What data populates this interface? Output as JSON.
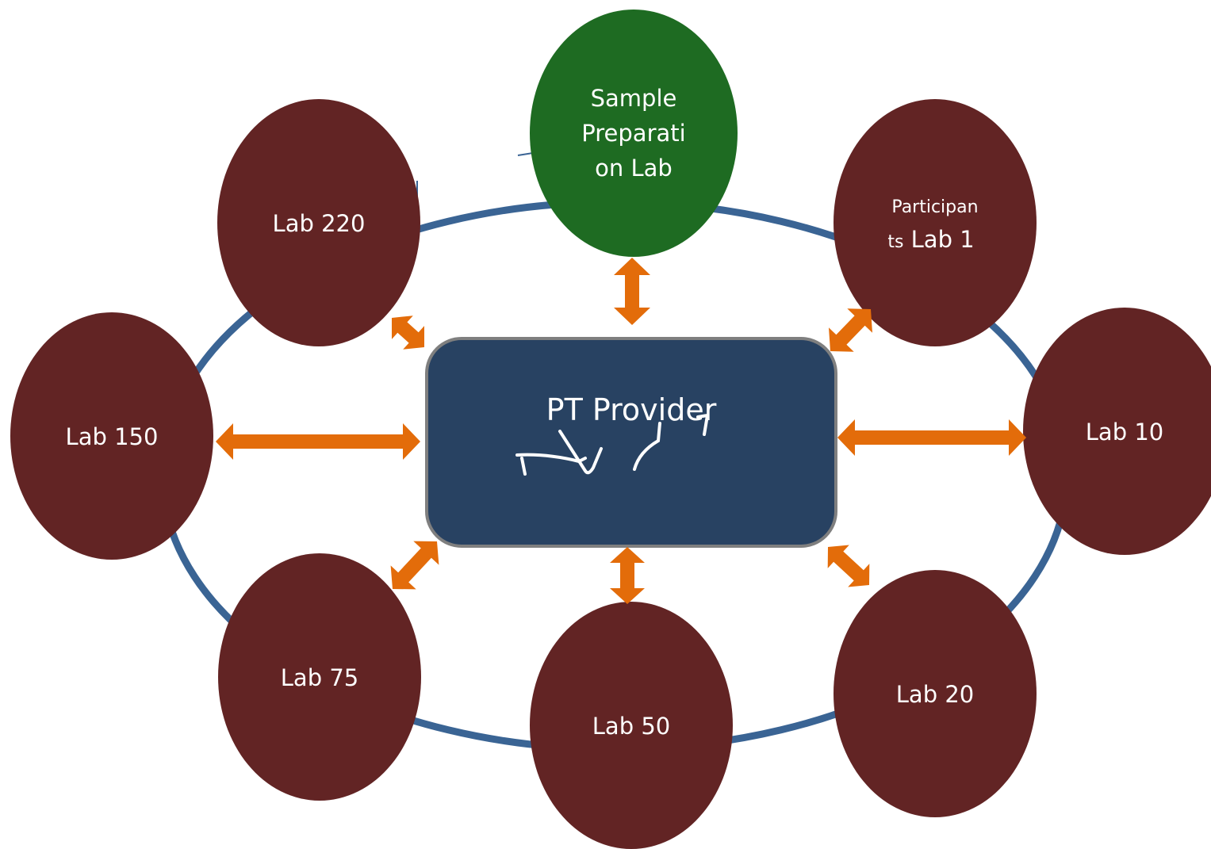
{
  "center": {
    "label": "PT Provider"
  },
  "sample_lab": {
    "lines": [
      "Sample",
      "Preparati",
      "on  Lab"
    ]
  },
  "participants_lab": {
    "line1": "Participan",
    "line2_small": "ts",
    "line2_main": " Lab 1"
  },
  "labs": [
    {
      "id": "lab-220",
      "label": "Lab 220"
    },
    {
      "id": "lab-150",
      "label": "Lab 150"
    },
    {
      "id": "lab-75",
      "label": "Lab 75"
    },
    {
      "id": "lab-50",
      "label": "Lab 50"
    },
    {
      "id": "lab-20",
      "label": "Lab 20"
    },
    {
      "id": "lab-10",
      "label": "Lab 10"
    }
  ],
  "colors": {
    "lab_fill": "#622424",
    "sample_fill": "#1e6b22",
    "center_fill": "#284262",
    "center_border": "#7f7f7f",
    "ring": "#3a6494",
    "arrow": "#e36c0a"
  }
}
